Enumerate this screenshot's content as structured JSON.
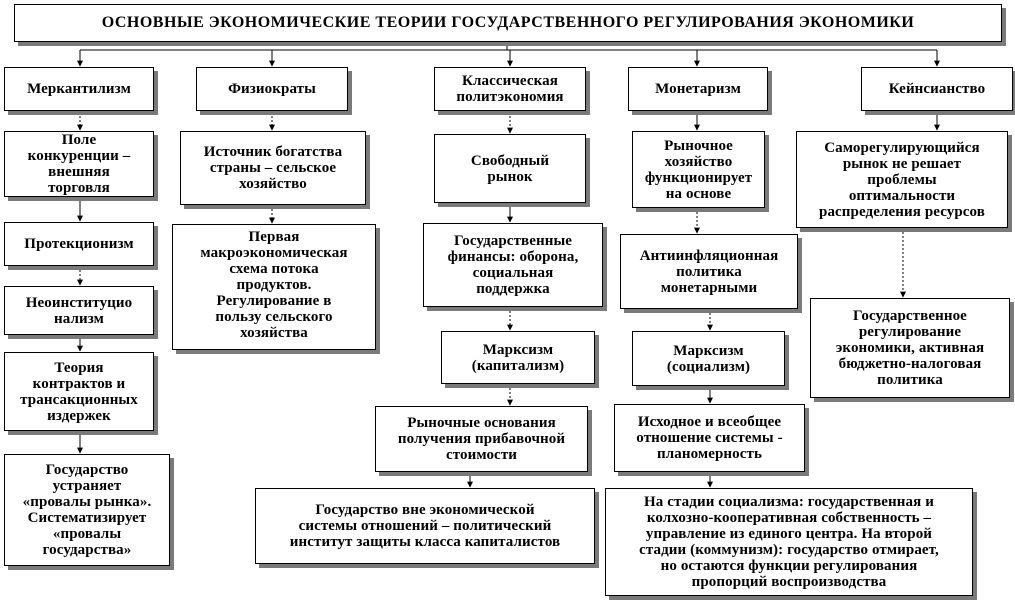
{
  "title": "ОСНОВНЫЕ ЭКОНОМИЧЕСКИЕ ТЕОРИИ ГОСУДАРСТВЕННОГО РЕГУЛИРОВАНИЯ ЭКОНОМИКИ",
  "columns": {
    "mercantilism": {
      "header": "Меркантилизм",
      "items": [
        "Поле\nконкуренции –\nвнешняя\nторговля",
        "Протекционизм",
        "Неоинституцио\nнализм",
        "Теория\nконтрактов и\nтрансакционных\nиздержек",
        "Государство\nустраняет\n«провалы рынка».\nСистематизирует\n«провалы\nгосударства»"
      ]
    },
    "physiocrats": {
      "header": "Физиократы",
      "items": [
        "Источник богатства\nстраны – сельское\nхозяйство",
        "Первая\nмакроэкономическая\nсхема потока\nпродуктов.\nРегулирование в\nпользу сельского\nхозяйства"
      ]
    },
    "classical": {
      "header": "Классическая\nполитэкономия",
      "items": [
        "Свободный\nрынок",
        "Государственные\nфинансы: оборона,\nсоциальная\nподдержка",
        "Марксизм\n(капитализм)",
        "Рыночные основания\nполучения прибавочной\nстоимости",
        "Государство вне экономической\nсистемы отношений – политический\nинститут защиты класса капиталистов"
      ]
    },
    "monetarism": {
      "header": "Монетаризм",
      "items": [
        "Рыночное\nхозяйство\nфункционирует\nна основе",
        "Антиинфляционная\nполитика\nмонетарными",
        "Марксизм\n(социализм)",
        "Исходное и всеобщее\nотношение системы -\nпланомерность",
        "На стадии социализма: государственная и\nколхозно-кооперативная собственность –\nуправление из единого центра. На второй\nстадии (коммунизм): государство отмирает,\nно остаются функции регулирования\nпропорций воспроизводства"
      ]
    },
    "keynesianism": {
      "header": "Кейнсианство",
      "items": [
        "Саморегулирующийся\nрынок не решает\nпроблемы\nоптимальности\nраспределения ресурсов",
        "Государственное\nрегулирование\nэкономики, активная\nбюджетно-налоговая\nполитика"
      ]
    }
  }
}
